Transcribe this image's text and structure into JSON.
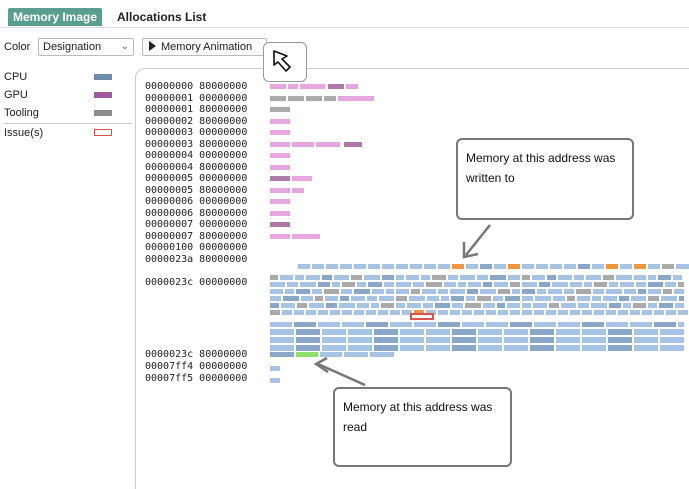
{
  "tabs": [
    {
      "label": "Memory Image",
      "active": true
    },
    {
      "label": "Allocations List",
      "active": false
    }
  ],
  "toolbar": {
    "color_label": "Color",
    "color_select_value": "Designation",
    "animation_button_label": "Memory Animation"
  },
  "legend": {
    "items": [
      {
        "label": "CPU",
        "color": "#6c89b0"
      },
      {
        "label": "GPU",
        "color": "#a05aa0"
      },
      {
        "label": "Tooling",
        "color": "#8c8c8c"
      },
      {
        "label": "Issue(s)",
        "color": "#d9534f"
      }
    ]
  },
  "addresses": [
    "00000000 80000000",
    "00000001 00000000",
    "00000001 80000000",
    "00000002 80000000",
    "00000003 00000000",
    "00000003 80000000",
    "00000004 00000000",
    "00000004 80000000",
    "00000005 00000000",
    "00000005 80000000",
    "00000006 00000000",
    "00000006 80000000",
    "00000007 00000000",
    "00000007 80000000",
    "00000100 00000000",
    "0000023a 80000000",
    "0000023c 00000000",
    "0000023c 80000000",
    "00007ff4 00000000",
    "00007ff5 00000000"
  ],
  "callouts": {
    "written": "Memory at this address was written to",
    "read": "Memory at this address was read"
  },
  "colors": {
    "cpu": "#a8c4e4",
    "cpu_dark": "#8aa7c8",
    "gpu": "#e7a6e0",
    "gpu_dark": "#b07aa8",
    "tooling": "#aaaaaa",
    "write": "#f0963c",
    "read": "#8fe06a",
    "issue": "#d9534f",
    "tab_active": "#5a9e8f"
  },
  "icons": {
    "cursor": "cursor-arrow-icon",
    "play": "play-icon",
    "chevron": "chevron-down-icon"
  }
}
